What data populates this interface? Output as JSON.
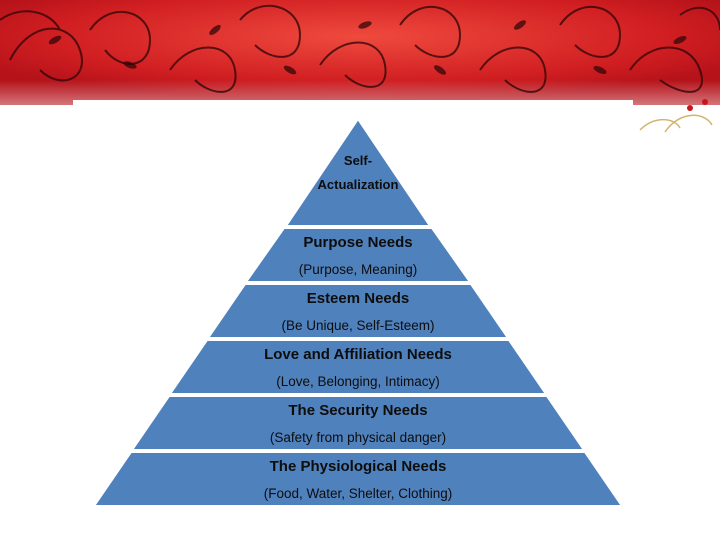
{
  "colors": {
    "banner_red": "#c8141c",
    "banner_light": "#e8423c",
    "pyramid_fill": "#4f81bd",
    "pyramid_stroke": "#ffffff",
    "text": "#0d0d0d"
  },
  "pyramid": {
    "apex": {
      "line1": "Self-",
      "line2": "Actualization"
    },
    "tiers": [
      {
        "title": "Purpose Needs",
        "subtitle": "(Purpose, Meaning)"
      },
      {
        "title": "Esteem Needs",
        "subtitle": "(Be Unique, Self-Esteem)"
      },
      {
        "title": "Love and Affiliation  Needs",
        "subtitle": "(Love, Belonging, Intimacy)"
      },
      {
        "title": "The Security Needs",
        "subtitle": "(Safety from physical danger)"
      },
      {
        "title": "The Physiological Needs",
        "subtitle": "(Food, Water, Shelter, Clothing)"
      }
    ]
  }
}
